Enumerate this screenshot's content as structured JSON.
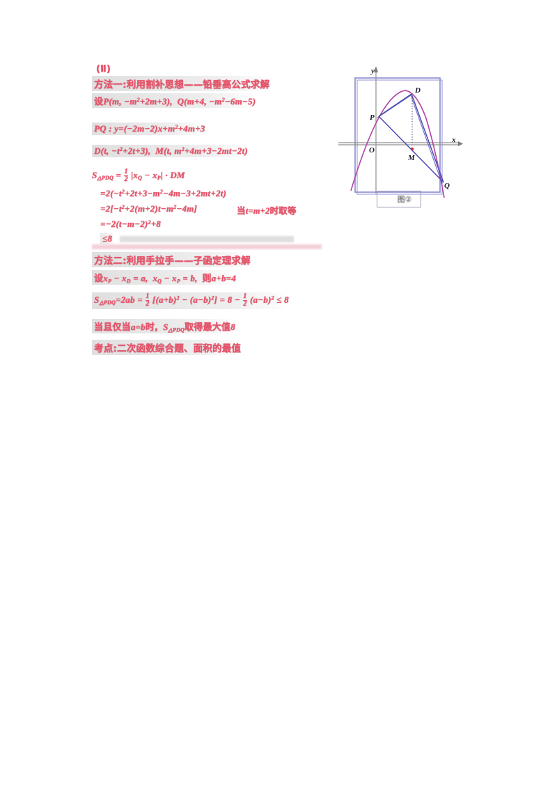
{
  "document": {
    "title": "二次函数综合题解答",
    "ink_color": "#e8546a",
    "figure_ink_colors": {
      "axis": "#6b6b6b",
      "parabola": "#b44aa8",
      "lines": "#4a4ab4",
      "rect": "#8a8ad0",
      "point": "#cc2b2b"
    }
  },
  "solution": {
    "lines": [
      {
        "id": "part-label",
        "text": "(Ⅱ)",
        "style": "cn",
        "highlight": false
      },
      {
        "id": "method-one-heading",
        "text": "方法一:利用割补思想——铅垂高公式求解",
        "style": "cn",
        "highlight": true
      },
      {
        "id": "set-points",
        "text": "设P(m, −m²+2m+3),  Q(m+4, −m²−6m−5)",
        "style": "math",
        "highlight": true
      },
      {
        "id": "line-pq",
        "text": "PQ : y=(−2m−2)x+m²+4m+3",
        "style": "math",
        "highlight": true
      },
      {
        "id": "points-d-m",
        "text": "D(t, −t²+2t+3),  M(t, m²+4m+3−2mt−2t)",
        "style": "math",
        "highlight": true
      },
      {
        "id": "area-formula",
        "text": "S△PDQ = ½ |xQ − xP| · DM",
        "style": "math",
        "highlight": false
      },
      {
        "id": "area-expand-1",
        "text": "=2(−t²+2t+3−m²−4m−3+2mt+2t)",
        "style": "math",
        "highlight": false
      },
      {
        "id": "area-expand-2",
        "text": "=2[−t²+2(m+2)t−m²−4m]",
        "style": "math",
        "highlight": false
      },
      {
        "id": "area-note",
        "text": "当t=m+2时取等",
        "style": "cn",
        "highlight": false
      },
      {
        "id": "area-expand-3",
        "text": "=−2(t−m−2)²+8",
        "style": "math",
        "highlight": false
      },
      {
        "id": "area-max",
        "text": "≤8",
        "style": "math",
        "highlight": true
      },
      {
        "id": "method-two-heading",
        "text": "方法二:利用手拉手——子函定理求解",
        "style": "cn",
        "highlight": true
      },
      {
        "id": "set-ab",
        "text": "设 xP − xD = a,  xQ − xP = b,  则a+b=4",
        "style": "math",
        "highlight": true
      },
      {
        "id": "area-ab",
        "text": "S△PDQ = 2ab = ½[(a+b)² − (a−b)²] = 8 − ½(a−b)² ≤ 8",
        "style": "math",
        "highlight": true
      },
      {
        "id": "conclusion",
        "text": "当且仅当a=b时, S△PDQ取得最大值8",
        "style": "cn",
        "highlight": true
      },
      {
        "id": "key-points",
        "text": "考点:二次函数综合题、面积的最值",
        "style": "cn",
        "highlight": true
      }
    ]
  },
  "figure": {
    "caption": "图②",
    "axis_labels": {
      "x": "x",
      "y": "y",
      "origin": "O"
    },
    "point_labels": [
      "P",
      "D",
      "M",
      "Q"
    ],
    "curve_name": "parabola"
  }
}
